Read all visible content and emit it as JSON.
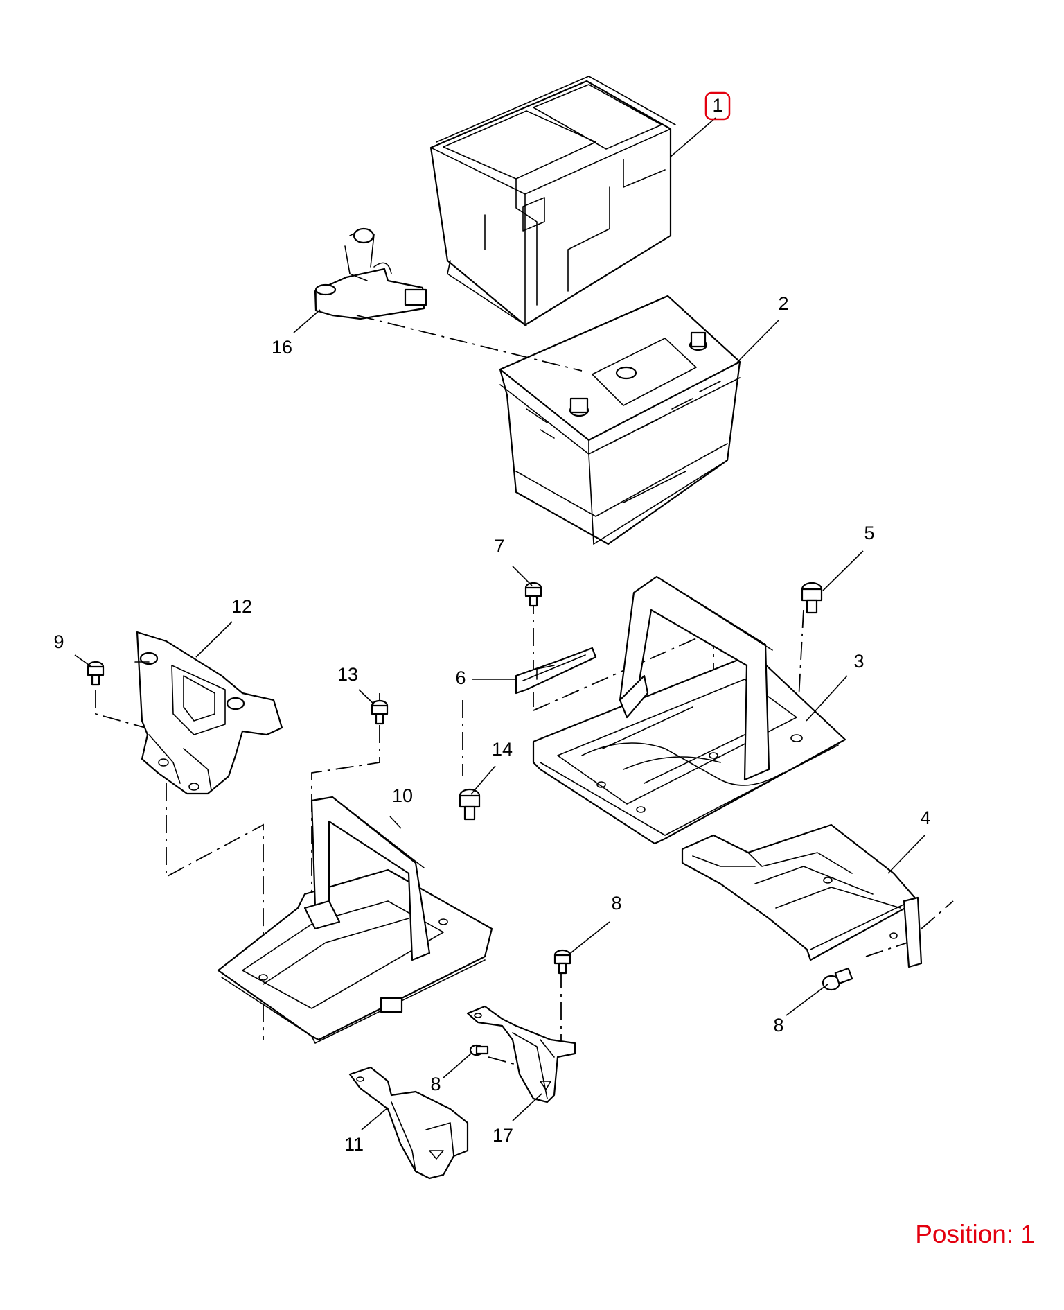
{
  "colors": {
    "line": "#000000",
    "highlight": "#e3000f",
    "background": "#ffffff"
  },
  "callouts": [
    {
      "id": "c1",
      "text": "1",
      "highlighted": true
    },
    {
      "id": "c2",
      "text": "2"
    },
    {
      "id": "c3",
      "text": "3"
    },
    {
      "id": "c4",
      "text": "4"
    },
    {
      "id": "c5",
      "text": "5"
    },
    {
      "id": "c6",
      "text": "6"
    },
    {
      "id": "c7",
      "text": "7"
    },
    {
      "id": "c8a",
      "text": "8"
    },
    {
      "id": "c8b",
      "text": "8"
    },
    {
      "id": "c8c",
      "text": "8"
    },
    {
      "id": "c9",
      "text": "9"
    },
    {
      "id": "c10",
      "text": "10"
    },
    {
      "id": "c11",
      "text": "11"
    },
    {
      "id": "c12",
      "text": "12"
    },
    {
      "id": "c13",
      "text": "13"
    },
    {
      "id": "c14",
      "text": "14"
    },
    {
      "id": "c16",
      "text": "16"
    },
    {
      "id": "c17",
      "text": "17"
    }
  ],
  "position_text": "Position: 1"
}
